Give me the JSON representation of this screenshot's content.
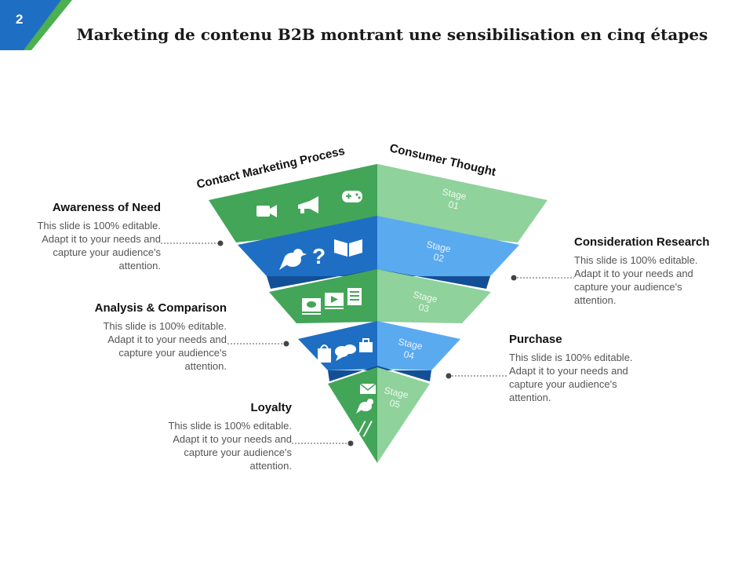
{
  "slide_number": "2",
  "title": "Marketing de contenu B2B montrant une sensibilisation en cinq étapes",
  "columns": {
    "left": "Contact Marketing Process",
    "right": "Consumer Thought"
  },
  "stages": [
    {
      "name": "Stage",
      "num": "01"
    },
    {
      "name": "Stage",
      "num": "02"
    },
    {
      "name": "Stage",
      "num": "03"
    },
    {
      "name": "Stage",
      "num": "04"
    },
    {
      "name": "Stage",
      "num": "05"
    }
  ],
  "blocks": [
    {
      "heading": "Awareness of Need",
      "line1": "This slide is 100% editable.",
      "line2": "Adapt it to your needs and",
      "line3": "capture your audience's",
      "line4": "attention."
    },
    {
      "heading": "Consideration Research",
      "line1": "This slide is 100% editable.",
      "line2": "Adapt it to your needs and",
      "line3": "capture your audience's",
      "line4": "attention."
    },
    {
      "heading": "Analysis & Comparison",
      "line1": "This slide is 100% editable.",
      "line2": "Adapt it to your needs and",
      "line3": "capture your audience's",
      "line4": "attention."
    },
    {
      "heading": "Purchase",
      "line1": "This slide is 100% editable.",
      "line2": "Adapt it to your needs and",
      "line3": "capture your audience's",
      "line4": "attention."
    },
    {
      "heading": "Loyalty",
      "line1": "This slide is 100% editable.",
      "line2": "Adapt it to your needs and",
      "line3": "capture your audience's",
      "line4": "attention."
    }
  ],
  "icons": [
    "video-camera-icon",
    "megaphone-icon",
    "gamepad-icon",
    "bird-icon",
    "question-icon",
    "book-icon",
    "chat-window-icon",
    "play-icon",
    "newspaper-icon",
    "bag-icon",
    "speech-bubbles-icon",
    "briefcase-icon",
    "mail-icon",
    "bird-icon",
    "quote-icon"
  ],
  "colors": {
    "green": "#43a558",
    "light_green": "#8fd29b",
    "blue": "#1e6fc4",
    "light_blue": "#5aaaf0",
    "dark_blue": "#124f96",
    "accent_green": "#4caf50"
  }
}
